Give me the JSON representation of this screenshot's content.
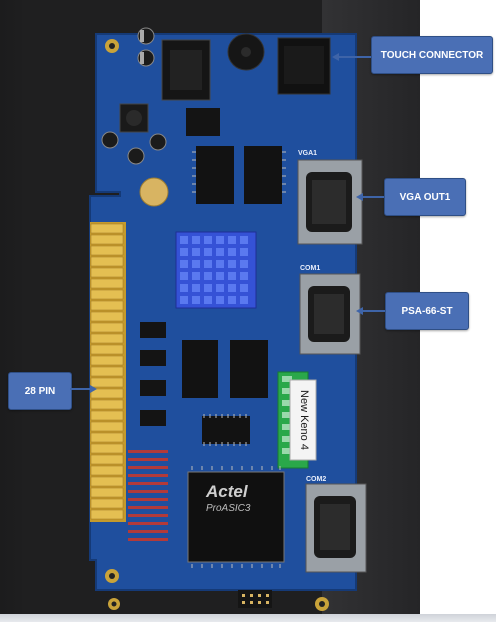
{
  "labels": {
    "touch_connector": "TOUCH CONNECTOR",
    "vga_out": "VGA OUT1",
    "psa": "PSA-66-ST",
    "pins": "28 PIN"
  },
  "board_text": {
    "vga_silk": "VGA1",
    "com1_silk": "COM1",
    "com2_silk": "COM2",
    "chip_brand": "Actel",
    "chip_model": "ProASIC3",
    "sticker": "New Keno 4"
  },
  "colors": {
    "pcb": "#1f4f9e",
    "callout": "#4a6fb5",
    "gold": "#d9b13a",
    "heatsink": "#3552d6"
  }
}
